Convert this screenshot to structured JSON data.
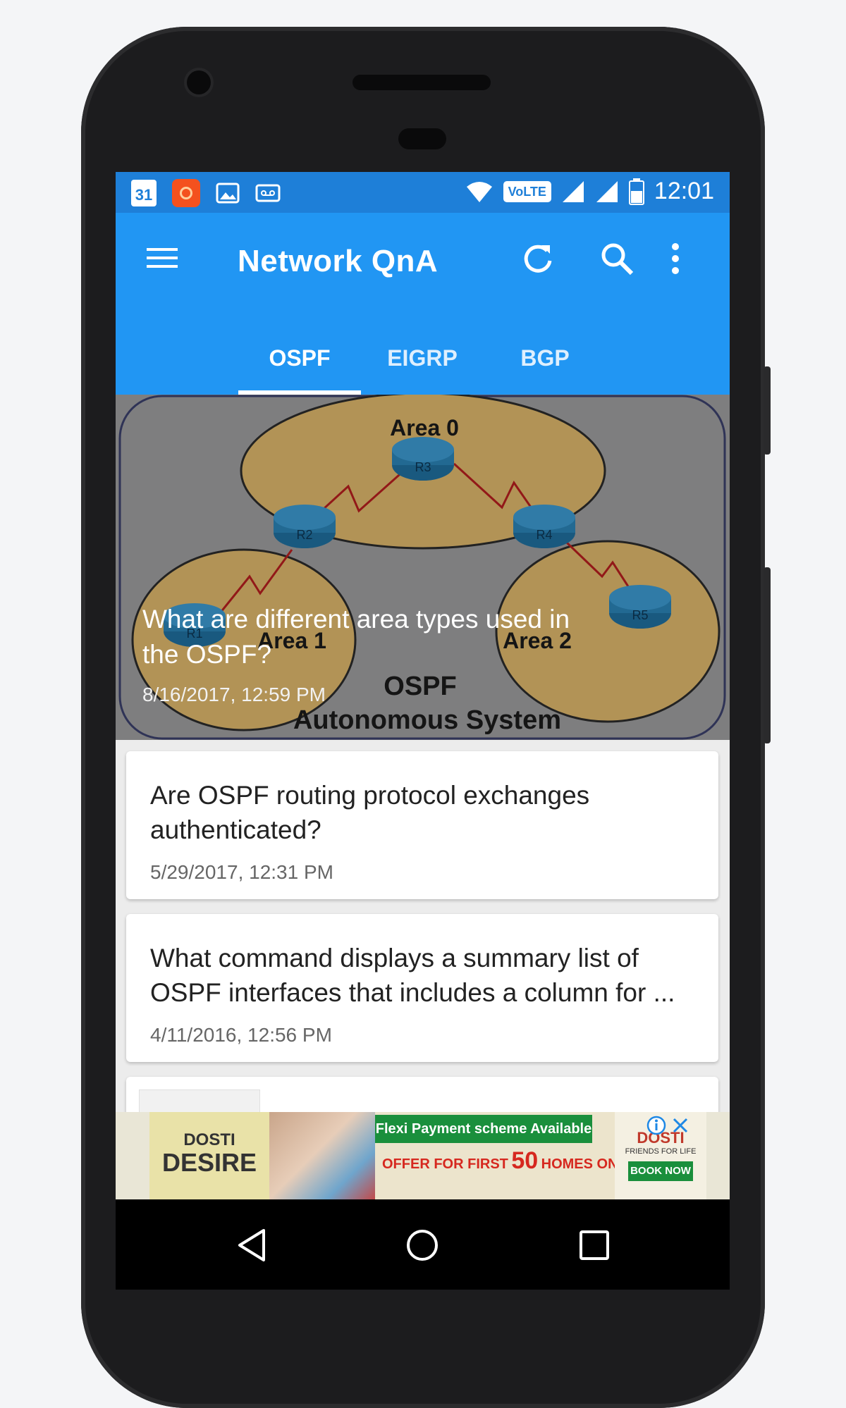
{
  "status_bar": {
    "calendar_day": "31",
    "network": "VoLTE",
    "time": "12:01",
    "icons": [
      "calendar-icon",
      "notification-app-icon",
      "image-icon",
      "voicemail-icon",
      "wifi-icon",
      "signal-icon",
      "battery-icon"
    ]
  },
  "app_bar": {
    "title": "Network QnA",
    "icons": [
      "menu-icon",
      "refresh-icon",
      "search-icon",
      "more-vert-icon"
    ]
  },
  "tabs": [
    {
      "label": "OSPF",
      "active": true
    },
    {
      "label": "EIGRP",
      "active": false
    },
    {
      "label": "BGP",
      "active": false
    }
  ],
  "hero": {
    "title": "What are different area types used in the OSPF?",
    "date": "8/16/2017, 12:59 PM",
    "image": {
      "area0": "Area 0",
      "area1": "Area 1",
      "area2": "Area 2",
      "routers": [
        "R1",
        "R2",
        "R3",
        "R4",
        "R5"
      ],
      "caption_line1": "OSPF",
      "caption_line2": "Autonomous System"
    }
  },
  "questions": [
    {
      "title_line1": "Are OSPF routing protocol exchanges",
      "title_line2": "authenticated?",
      "date": "5/29/2017, 12:31 PM"
    },
    {
      "title_line1": "What command displays a summary list of",
      "title_line2": "OSPF interfaces that includes a column for ...",
      "date": "4/11/2016, 12:56 PM"
    }
  ],
  "ad": {
    "brand_line1": "DOSTI",
    "brand_line2": "DESIRE",
    "banner_top": "Flexi Payment scheme Available",
    "offer": "OFFER FOR FIRST",
    "offer_number": "50",
    "offer_suffix": "HOMES ONLY",
    "cta": "BOOK NOW",
    "side_brand": "DOSTI",
    "side_tagline": "FRIENDS FOR LIFE",
    "colors": {
      "green": "#1a8f3c",
      "red": "#d6281f"
    }
  },
  "colors": {
    "app_bar": "#2196f3",
    "status_bar": "#1e7fd8",
    "area_fill": "#d9b46a",
    "router": "#1f6d9c"
  }
}
